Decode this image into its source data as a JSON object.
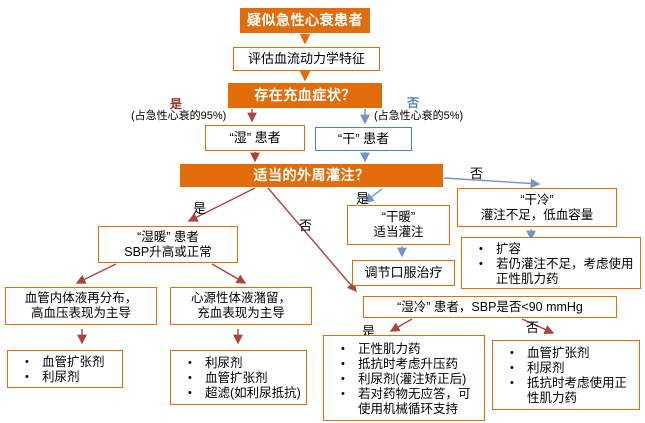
{
  "colors": {
    "orange": "#E36C0A",
    "blue_border": "#4F81BD",
    "blue_arrow": "#7295C7",
    "red_arrow": "#A8453E",
    "yes_dark_red": "#953735",
    "no_blue": "#4F81BD"
  },
  "nodes": {
    "suspect": {
      "text": "疑似急性心衰患者"
    },
    "assess": {
      "text": "评估血流动力学特征"
    },
    "congestion": {
      "text": "存在充血症状？"
    },
    "wet": {
      "text": "“湿” 患者"
    },
    "dry": {
      "text": "“干” 患者"
    },
    "perfusion": {
      "text": "适当的外周灌注？"
    },
    "wet_warm": {
      "line1": "“湿暖” 患者",
      "line2": "SBP升高或正常"
    },
    "dry_warm": {
      "line1": "“干暖”",
      "line2": "适当灌注"
    },
    "dry_cold": {
      "line1": "“干冷”",
      "line2": "灌注不足，低血容量"
    },
    "oral": {
      "text": "调节口服治疗"
    },
    "dry_cold_tx": {
      "items": [
        "扩容",
        "若仍灌注不足，考虑使用正性肌力药"
      ]
    },
    "vascular": {
      "line1": "血管内体液再分布，",
      "line2": "高血压表现为主导"
    },
    "cardiac": {
      "line1": "心源性体液潴留，",
      "line2": "充血表现为主导"
    },
    "vascular_tx": {
      "items": [
        "血管扩张剂",
        "利尿剂"
      ]
    },
    "cardiac_tx": {
      "items": [
        "利尿剂",
        "血管扩张剂",
        "超滤(如利尿抵抗)"
      ]
    },
    "wet_cold": {
      "text": "“湿冷” 患者，SBP是否<90 mmHg"
    },
    "wet_cold_yes_tx": {
      "items": [
        "正性肌力药",
        "抵抗时考虑升压药",
        "利尿剂(灌注矫正后)",
        "若对药物无应答，可使用机械循环支持"
      ]
    },
    "wet_cold_no_tx": {
      "items": [
        "血管扩张剂",
        "利尿剂",
        "抵抗时考虑使用正性肌力药"
      ]
    }
  },
  "labels": {
    "congestion_yes": "是",
    "congestion_yes_note": "(占急性心衰的95%)",
    "congestion_no": "否",
    "congestion_no_note": "(占急性心衰的5%)",
    "perfusion_yes_wet": "是",
    "perfusion_no_wet": "否",
    "perfusion_yes_dry": "是",
    "perfusion_no_dry": "否",
    "sbp_yes": "是",
    "sbp_no": "否"
  }
}
